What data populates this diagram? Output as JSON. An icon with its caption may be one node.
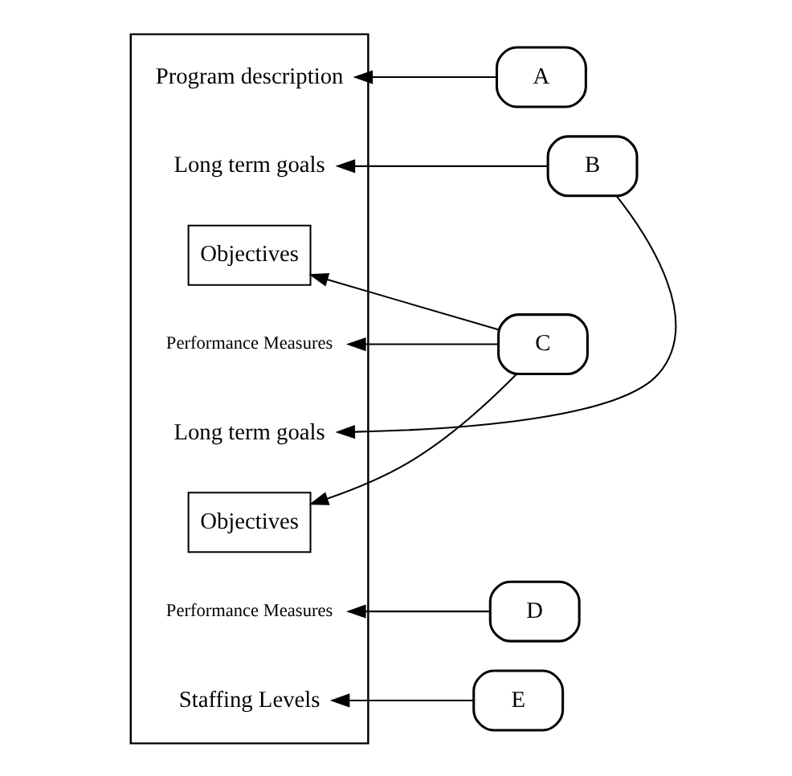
{
  "diagram": {
    "nodes": [
      {
        "text": [],
        "shape": "box"
      },
      {
        "text": [
          "Program description"
        ],
        "in": 0
      },
      {
        "text": [
          "Long term goals"
        ],
        "in": 0
      },
      {
        "text": [
          "Objectives"
        ],
        "in": 0
      },
      {
        "text": [
          "Performance Measures"
        ],
        "in": 0
      },
      {
        "text": [
          "Long term goals"
        ],
        "in": 0
      },
      {
        "text": [
          "Objectives"
        ],
        "in": 0
      },
      {
        "text": [
          "Performance Measures"
        ],
        "in": 0
      },
      {
        "text": [
          "Staffing Levels"
        ],
        "in": 0
      },
      {
        "text": [
          "A"
        ]
      },
      {
        "text": [
          "B"
        ]
      },
      {
        "text": [
          "C"
        ]
      },
      {
        "text": [
          "D"
        ]
      },
      {
        "text": [
          "E"
        ]
      }
    ],
    "edges": [
      {
        "from": 9,
        "to": 1,
        "arrow": "to"
      },
      {
        "from": 10,
        "to": 2,
        "arrow": "to"
      },
      {
        "from": 10,
        "to": 5,
        "arrow": "to"
      },
      {
        "from": 11,
        "to": 3,
        "arrow": "to"
      },
      {
        "from": 11,
        "to": 4,
        "arrow": "to"
      },
      {
        "from": 11,
        "to": 6,
        "arrow": "to"
      },
      {
        "from": 12,
        "to": 7,
        "arrow": "to"
      },
      {
        "from": 13,
        "to": 8,
        "arrow": "to"
      }
    ]
  }
}
